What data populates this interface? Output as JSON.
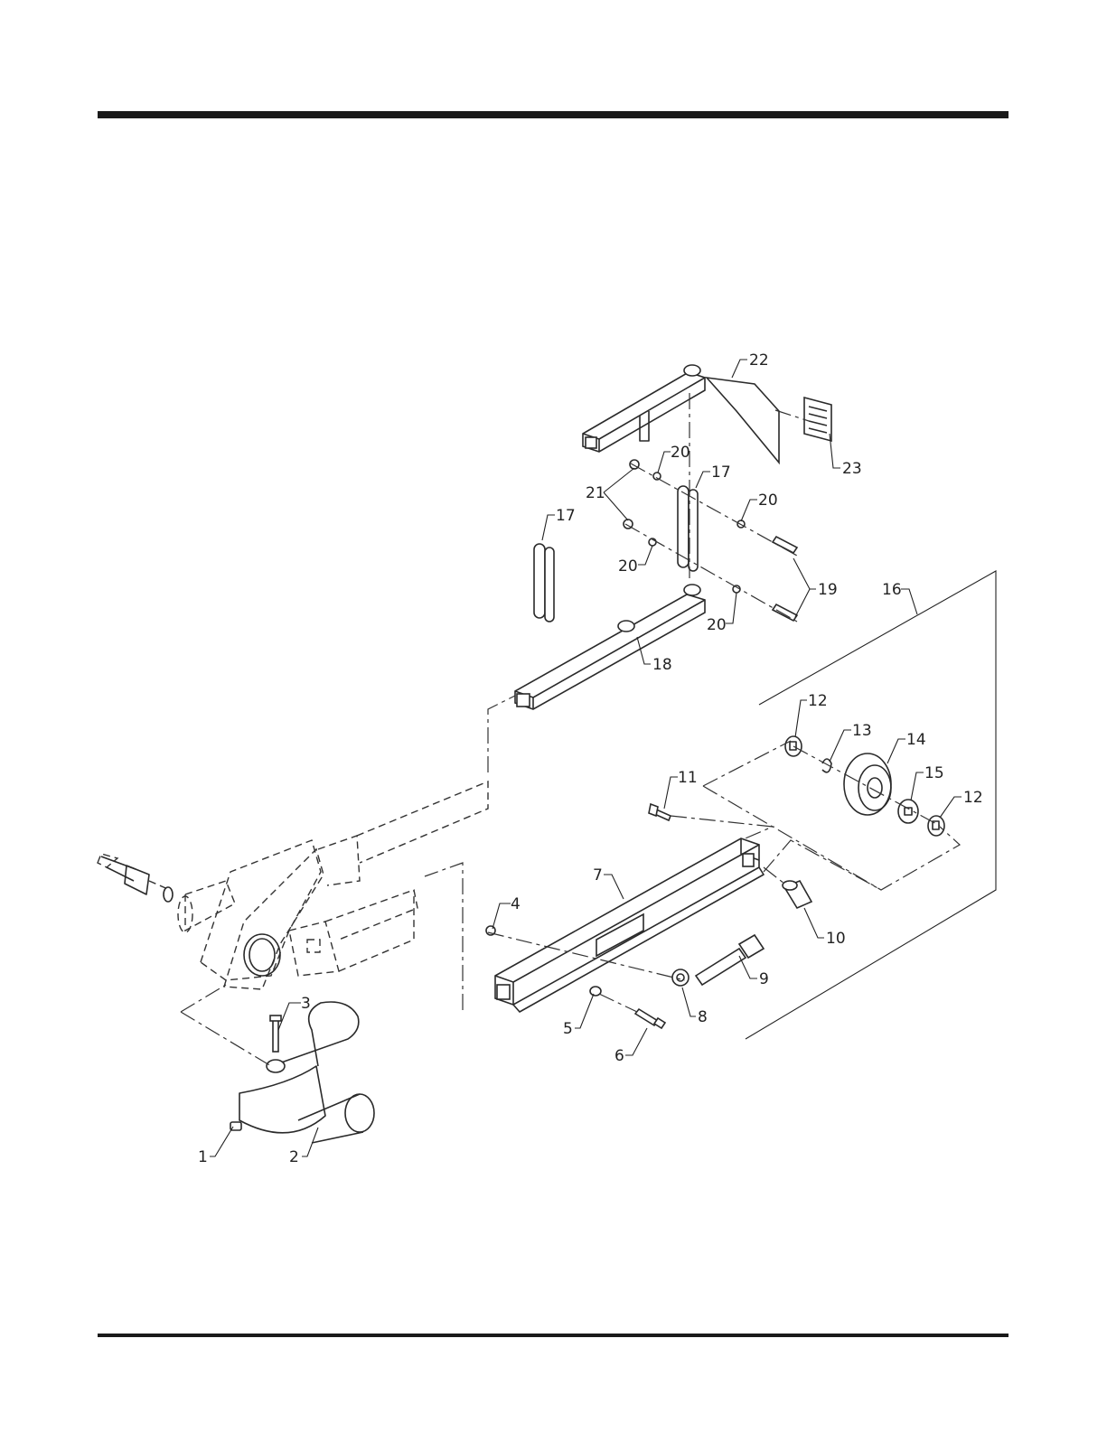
{
  "callouts": [
    {
      "id": "c1",
      "label": "1"
    },
    {
      "id": "c2",
      "label": "2"
    },
    {
      "id": "c3",
      "label": "3"
    },
    {
      "id": "c4",
      "label": "4"
    },
    {
      "id": "c5",
      "label": "5"
    },
    {
      "id": "c6",
      "label": "6"
    },
    {
      "id": "c7",
      "label": "7"
    },
    {
      "id": "c8",
      "label": "8"
    },
    {
      "id": "c9",
      "label": "9"
    },
    {
      "id": "c10",
      "label": "10"
    },
    {
      "id": "c11",
      "label": "11"
    },
    {
      "id": "c12a",
      "label": "12"
    },
    {
      "id": "c12b",
      "label": "12"
    },
    {
      "id": "c13",
      "label": "13"
    },
    {
      "id": "c14",
      "label": "14"
    },
    {
      "id": "c15",
      "label": "15"
    },
    {
      "id": "c16",
      "label": "16"
    },
    {
      "id": "c17a",
      "label": "17"
    },
    {
      "id": "c17b",
      "label": "17"
    },
    {
      "id": "c18",
      "label": "18"
    },
    {
      "id": "c19",
      "label": "19"
    },
    {
      "id": "c20a",
      "label": "20"
    },
    {
      "id": "c20b",
      "label": "20"
    },
    {
      "id": "c20c",
      "label": "20"
    },
    {
      "id": "c20d",
      "label": "20"
    },
    {
      "id": "c21",
      "label": "21"
    },
    {
      "id": "c22",
      "label": "22"
    },
    {
      "id": "c23",
      "label": "23"
    }
  ]
}
